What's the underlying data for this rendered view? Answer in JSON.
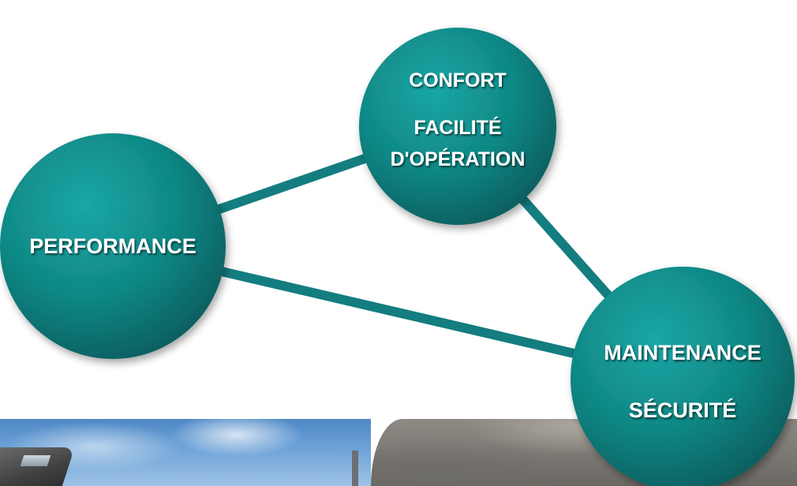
{
  "colors": {
    "node_light": "#1aa7a6",
    "node_mid": "#0f8784",
    "node_dark": "#0a5a5c",
    "connector": "#137d7f",
    "label": "#ffffff"
  },
  "nodes": {
    "confort": {
      "lines": [
        "CONFORT",
        "FACILITÉ",
        "D'OPÉRATION"
      ]
    },
    "performance": {
      "lines": [
        "PERFORMANCE"
      ]
    },
    "maintenance": {
      "lines": [
        "MAINTENANCE",
        "SÉCURITÉ"
      ]
    }
  },
  "edges": [
    {
      "from": "performance",
      "to": "confort"
    },
    {
      "from": "performance",
      "to": "maintenance"
    },
    {
      "from": "confort",
      "to": "maintenance"
    }
  ]
}
